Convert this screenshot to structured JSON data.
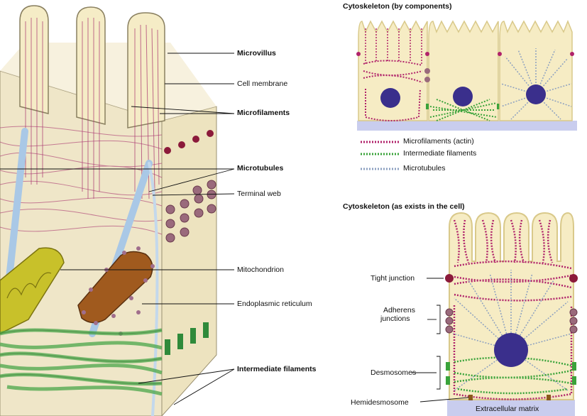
{
  "left_labels": {
    "microvillus": "Microvillus",
    "cell_membrane": "Cell membrane",
    "microfilaments": "Microfilaments",
    "microtubules": "Microtubules",
    "terminal_web": "Terminal web",
    "mitochondrion": "Mitochondrion",
    "endoplasmic_reticulum": "Endoplasmic reticulum",
    "intermediate_filaments": "Intermediate filaments"
  },
  "top_panel": {
    "title": "Cytoskeleton (by components)",
    "legend": [
      {
        "label": "Microfilaments (actin)",
        "color": "#b0226a"
      },
      {
        "label": "Intermediate filaments",
        "color": "#3aa33a"
      },
      {
        "label": "Microtubules",
        "color": "#8ca0c0"
      }
    ]
  },
  "bottom_panel": {
    "title": "Cytoskeleton (as exists in the cell)",
    "labels": {
      "tight_junction": "Tight junction",
      "adherens_1": "Adherens",
      "adherens_2": "junctions",
      "desmosomes": "Desmosomes",
      "hemidesmosome": "Hemidesmosome",
      "extracellular_matrix": "Extracellular matrix"
    }
  },
  "colors": {
    "cell_fill": "#f6ecc4",
    "membrane": "#d9c98a",
    "actin": "#a8346f",
    "intermediate": "#4aa64a",
    "microtubule": "#a9c8e6",
    "nucleus": "#3a2f8c",
    "junction": "#8b5a6e",
    "matrix": "#c9cdee"
  }
}
